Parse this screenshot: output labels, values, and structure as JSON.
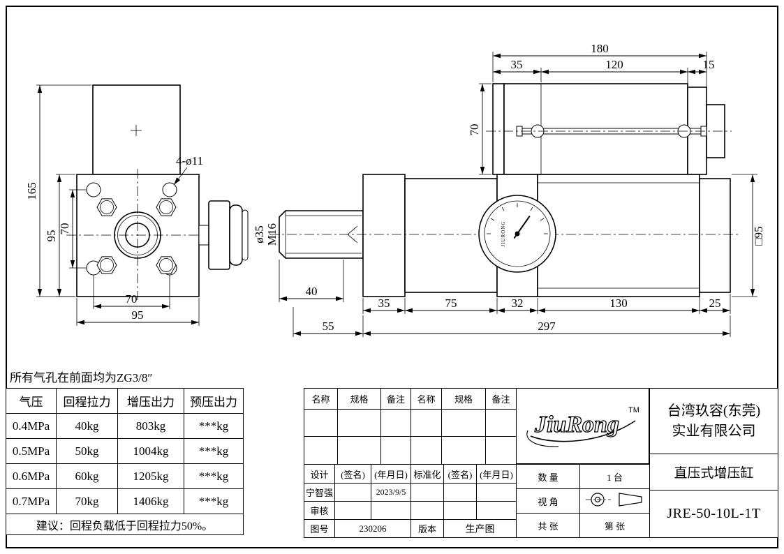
{
  "page": {
    "note_air_holes": "所有气孔在前面均为ZG3/8″"
  },
  "spec_table": {
    "headers": [
      "气压",
      "回程拉力",
      "增压出力",
      "预压出力"
    ],
    "rows": [
      [
        "0.4MPa",
        "40kg",
        "803kg",
        "***kg"
      ],
      [
        "0.5MPa",
        "50kg",
        "1004kg",
        "***kg"
      ],
      [
        "0.6MPa",
        "60kg",
        "1205kg",
        "***kg"
      ],
      [
        "0.7MPa",
        "70kg",
        "1406kg",
        "***kg"
      ]
    ],
    "suggestion": "建议：回程负载低于回程拉力50%。"
  },
  "drawing": {
    "front": {
      "hole_callout": "4-ø11",
      "dim_165": "165",
      "dim_v95": "95",
      "dim_v70": "70",
      "dim_h70": "70",
      "dim_h95": "95"
    },
    "side": {
      "dim_180": "180",
      "dim_35_top": "35",
      "dim_120": "120",
      "dim_15": "15",
      "dim_70": "70",
      "rod_dia": "ø35",
      "rod_thread": "M16",
      "dim_40": "40",
      "dim_35": "35",
      "dim_75": "75",
      "dim_32": "32",
      "dim_130": "130",
      "dim_25": "25",
      "dim_55": "55",
      "dim_297": "297",
      "dim_sq95": "□95",
      "gauge_brand": "JIURONG"
    }
  },
  "title_block": {
    "parts_headers": [
      "名称",
      "规格",
      "备注",
      "名称",
      "规格",
      "备注"
    ],
    "labels": {
      "design": "设计",
      "sign": "(签名)",
      "date": "(年月日)",
      "standardization": "标准化",
      "sign2": "(签名)",
      "date2": "(年月日)",
      "review": "审核",
      "drawing_no": "图号",
      "version": "版本",
      "quantity": "数 量",
      "view_angle": "视 角",
      "total_sheets": "共 张",
      "sheet_no": "第 张"
    },
    "values": {
      "designer": "宁智强",
      "design_date": "2023/9/5",
      "drawing_no": "230206",
      "drawing_type": "生产图",
      "quantity": "1 台"
    },
    "logo": {
      "text": "JiuRong",
      "tm": "TM"
    },
    "company": [
      "台湾玖容(东莞)",
      "实业有限公司"
    ],
    "product_name": "直压式增压缸",
    "model": "JRE-50-10L-1T"
  }
}
